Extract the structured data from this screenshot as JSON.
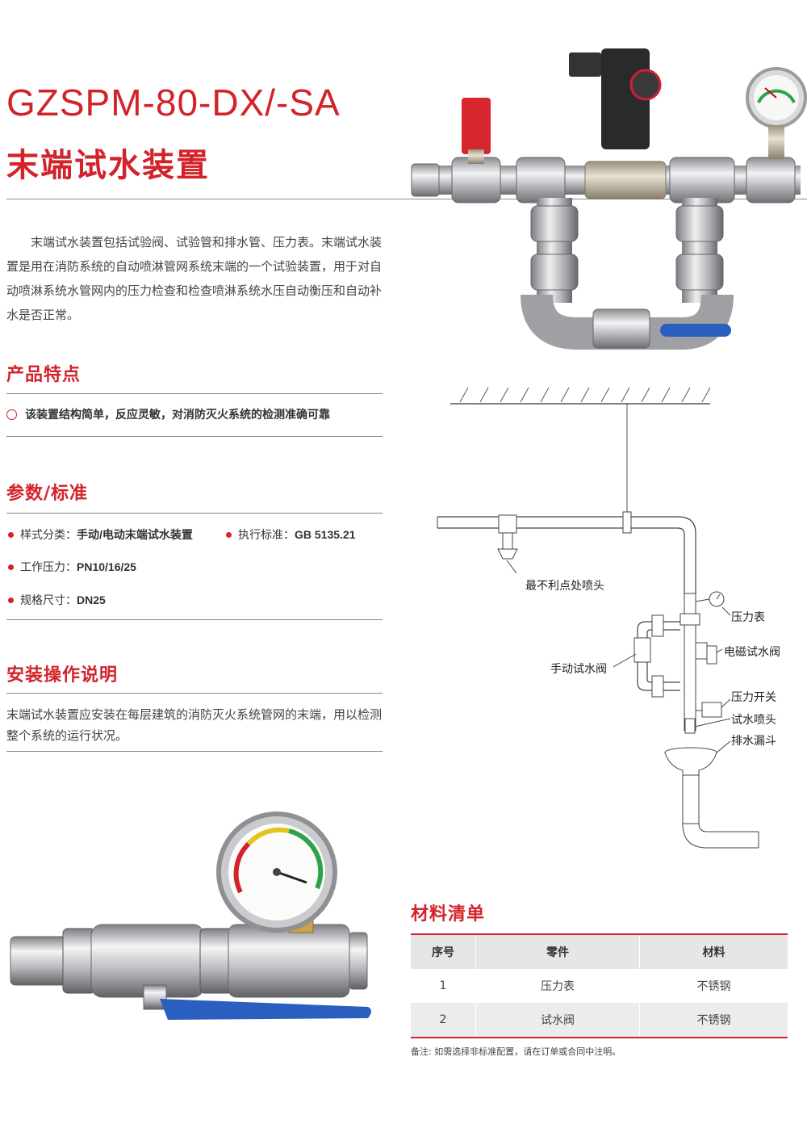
{
  "header": {
    "model": "GZSPM-80-DX/-SA",
    "title": "末端试水装置"
  },
  "intro": "末端试水装置包括试验阀、试验管和排水管、压力表。末端试水装置是用在消防系统的自动喷淋管网系统末端的一个试验装置，用于对自动喷淋系统水管网内的压力检查和检查喷淋系统水压自动衡压和自动补水是否正常。",
  "features": {
    "title": "产品特点",
    "items": [
      "该装置结构简单，反应灵敏，对消防灭火系统的检测准确可靠"
    ]
  },
  "params": {
    "title": "参数/标准",
    "style_label": "样式分类：",
    "style_value": "手动/电动末端试水装置",
    "standard_label": "执行标准：",
    "standard_value": "GB 5135.21",
    "pressure_label": "工作压力：",
    "pressure_value": "PN10/16/25",
    "size_label": "规格尺寸：",
    "size_value": "DN25"
  },
  "install": {
    "title": "安装操作说明",
    "text": "末端试水装置应安装在每层建筑的消防灭火系统管网的末端，用以检测整个系统的运行状况。"
  },
  "diagram": {
    "labels": {
      "sprinkler": "最不利点处喷头",
      "gauge": "压力表",
      "solenoid": "电磁试水阀",
      "manual": "手动试水阀",
      "switch": "压力开关",
      "test_nozzle": "试水喷头",
      "funnel": "排水漏斗"
    }
  },
  "materials": {
    "title": "材料清单",
    "headers": [
      "序号",
      "零件",
      "材料"
    ],
    "rows": [
      [
        "1",
        "压力表",
        "不锈钢"
      ],
      [
        "2",
        "试水阀",
        "不锈钢"
      ]
    ],
    "note": "备注: 如需选择非标准配置，请在订单或合同中注明。"
  },
  "colors": {
    "accent": "#d2232a",
    "rule": "#888888",
    "table_header": "#e6e6e6",
    "valve_handle": "#2b5fbf"
  }
}
